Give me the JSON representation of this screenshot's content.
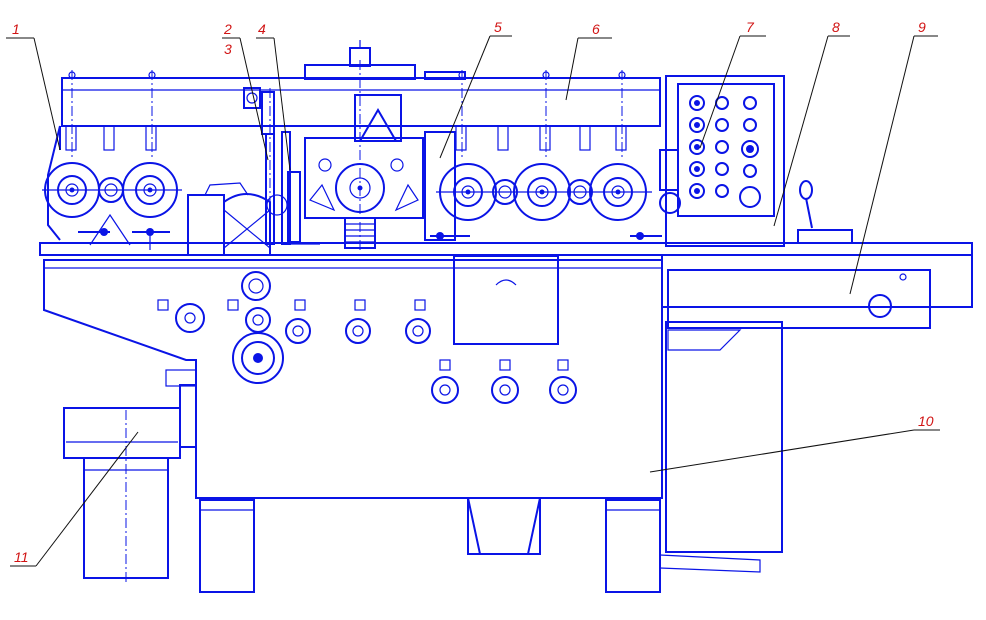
{
  "colors": {
    "line": "#0a14e6",
    "callout": "#d11414",
    "leader": "#111111",
    "background": "#ffffff"
  },
  "callouts": {
    "c1": "1",
    "c2": "2",
    "c3": "3",
    "c4": "4",
    "c5": "5",
    "c6": "6",
    "c7": "7",
    "c8": "8",
    "c9": "9",
    "c10": "10",
    "c11": "11"
  }
}
